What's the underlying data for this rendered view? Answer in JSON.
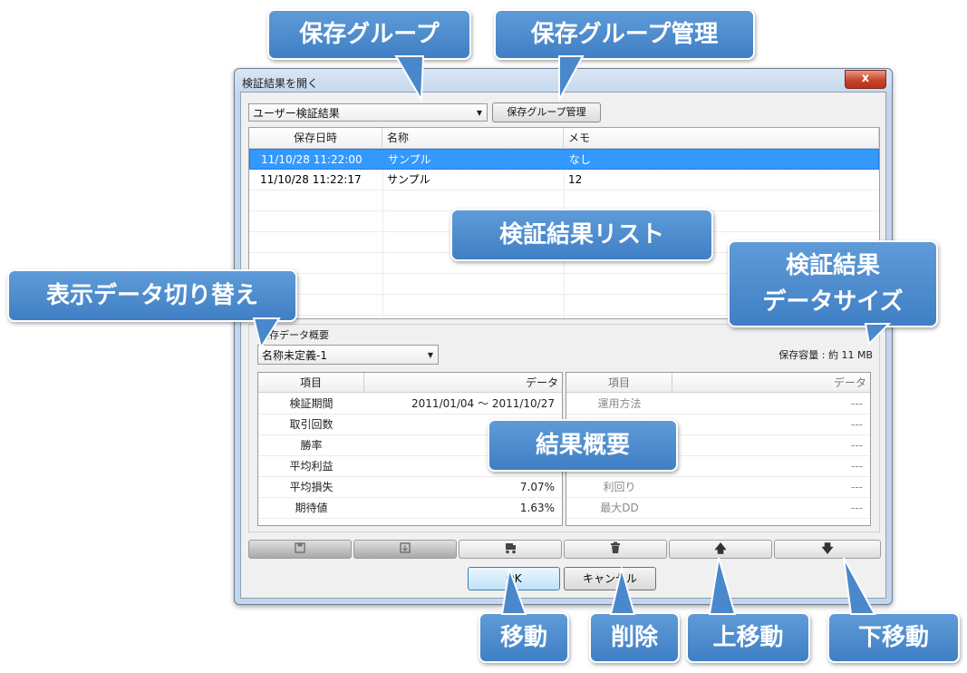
{
  "window": {
    "title": "検証結果を開く",
    "close_label": "x"
  },
  "group_select": {
    "value": "ユーザー検証結果"
  },
  "group_manage_button": "保存グループ管理",
  "results_list": {
    "columns": [
      "保存日時",
      "名称",
      "メモ"
    ],
    "rows": [
      {
        "date": "11/10/28  11:22:00",
        "name": "サンプル",
        "memo": "なし",
        "selected": true
      },
      {
        "date": "11/10/28  11:22:17",
        "name": "サンプル",
        "memo": "12",
        "selected": false
      }
    ]
  },
  "summary": {
    "label": "保存データ概要",
    "select_value": "名称未定義-1",
    "capacity": "保存容量 : 約 11 MB",
    "left_table": {
      "headers": [
        "項目",
        "データ"
      ],
      "rows": [
        {
          "item": "検証期間",
          "value": "2011/01/04 ～ 2011/10/27"
        },
        {
          "item": "取引回数",
          "value": ""
        },
        {
          "item": "勝率",
          "value": ""
        },
        {
          "item": "平均利益",
          "value": ""
        },
        {
          "item": "平均損失",
          "value": "7.07%"
        },
        {
          "item": "期待値",
          "value": "1.63%"
        }
      ]
    },
    "right_table": {
      "headers": [
        "項目",
        "データ"
      ],
      "rows": [
        {
          "item": "運用方法",
          "value": "---"
        },
        {
          "item": "",
          "value": "---"
        },
        {
          "item": "",
          "value": "---"
        },
        {
          "item": "",
          "value": "---"
        },
        {
          "item": "利回り",
          "value": "---"
        },
        {
          "item": "最大DD",
          "value": "---"
        }
      ]
    }
  },
  "toolbar": {
    "save_icon": "save-icon",
    "load_icon": "load-icon",
    "move_icon": "truck-icon",
    "delete_icon": "trash-icon",
    "up_icon": "arrow-up-icon",
    "down_icon": "arrow-down-icon",
    "up_glyph": "🡅",
    "down_glyph": "🡇"
  },
  "buttons": {
    "ok": "OK",
    "cancel": "キャンセル"
  },
  "callouts": {
    "save_group": "保存グループ",
    "save_group_manage": "保存グループ管理",
    "result_list": "検証結果リスト",
    "data_size_line1": "検証結果",
    "data_size_line2": "データサイズ",
    "switch_display": "表示データ切り替え",
    "result_summary": "結果概要",
    "move": "移動",
    "delete": "削除",
    "move_up": "上移動",
    "move_down": "下移動"
  },
  "colors": {
    "callout": "#4a88cc",
    "selection": "#3399ff"
  }
}
